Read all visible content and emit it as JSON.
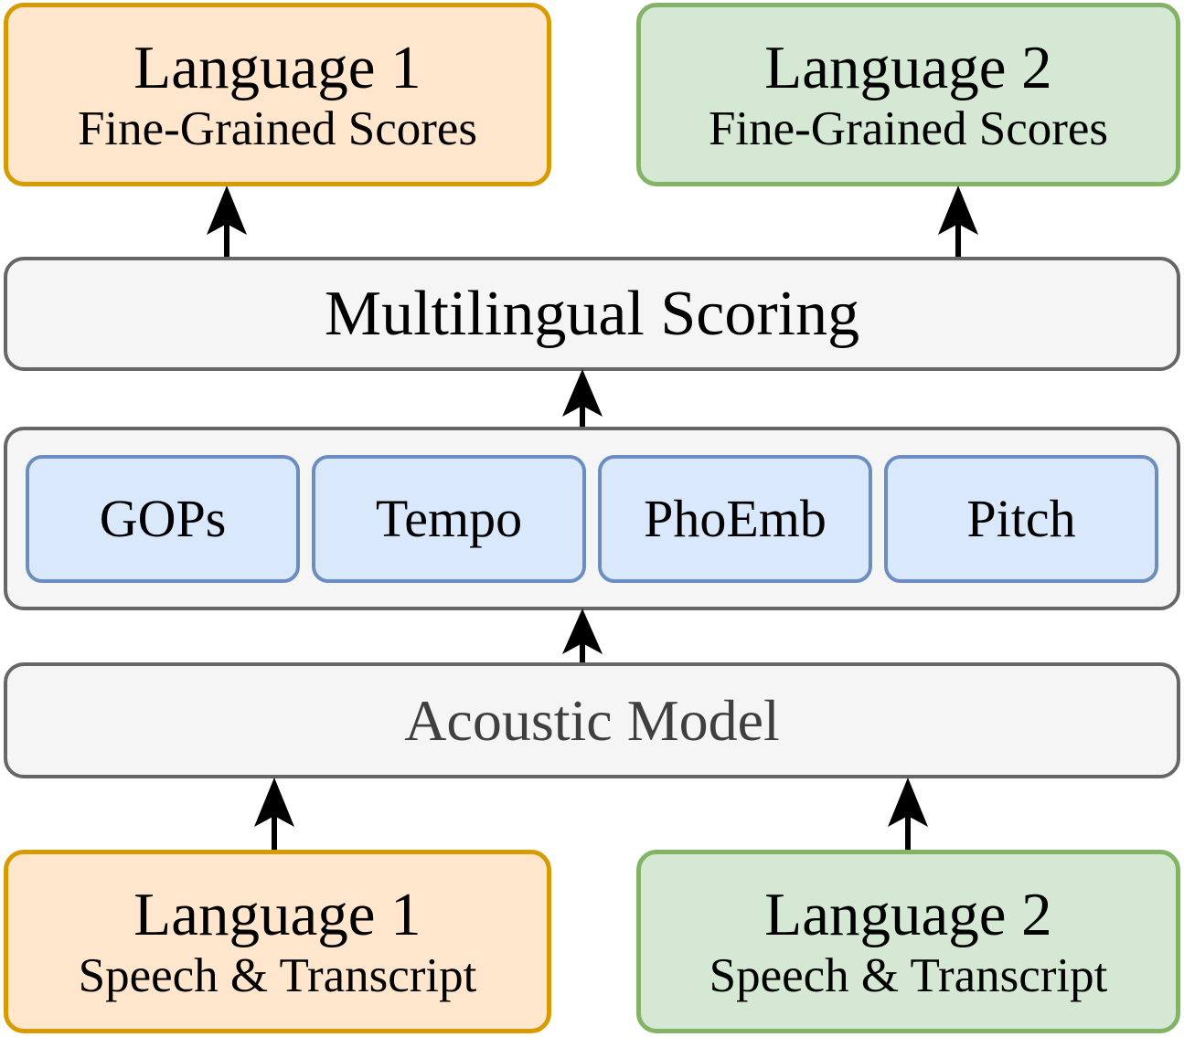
{
  "diagram": {
    "outputs": [
      {
        "title": "Language 1",
        "subtitle": "Fine-Grained Scores",
        "theme": "orange"
      },
      {
        "title": "Language 2",
        "subtitle": "Fine-Grained Scores",
        "theme": "green"
      }
    ],
    "scoring_label": "Multilingual Scoring",
    "features": [
      "GOPs",
      "Tempo",
      "PhoEmb",
      "Pitch"
    ],
    "acoustic_label": "Acoustic Model",
    "inputs": [
      {
        "title": "Language 1",
        "subtitle": "Speech & Transcript",
        "theme": "orange"
      },
      {
        "title": "Language 2",
        "subtitle": "Speech & Transcript",
        "theme": "green"
      }
    ],
    "colors": {
      "orange_fill": "#FFE6CC",
      "orange_stroke": "#D79B00",
      "green_fill": "#D5E8D4",
      "green_stroke": "#82B366",
      "blue_fill": "#DAE8FC",
      "blue_stroke": "#6C8EBF",
      "gray_fill": "#F5F5F5",
      "gray_stroke": "#666666",
      "arrow": "#000000",
      "acoustic_text": "#3F3F3F"
    }
  }
}
